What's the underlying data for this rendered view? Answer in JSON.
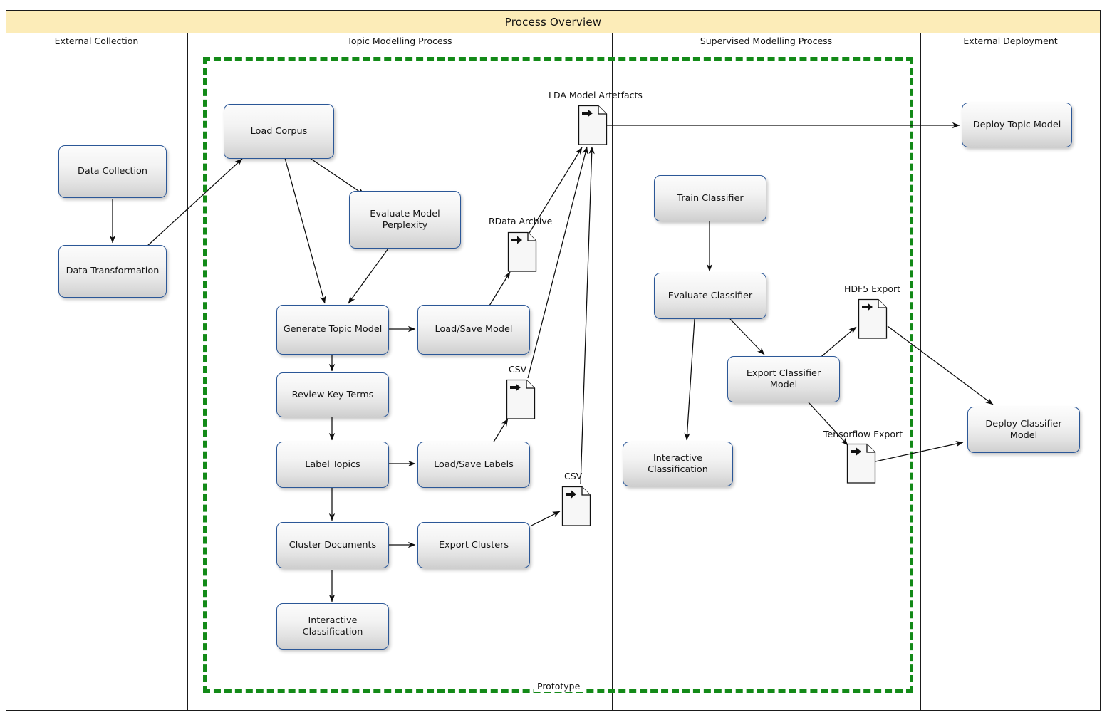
{
  "diagram": {
    "title": "Process Overview",
    "title_bar_color": "#fcecb8",
    "node_border_color": "#2b5797",
    "boundary_color": "#138a18",
    "boundary_label": "Prototype"
  },
  "lanes": [
    {
      "id": "external-collection",
      "label": "External Collection"
    },
    {
      "id": "topic-modelling-process",
      "label": "Topic Modelling Process"
    },
    {
      "id": "supervised-modelling-process",
      "label": "Supervised Modelling Process"
    },
    {
      "id": "external-deployment",
      "label": "External Deployment"
    }
  ],
  "nodes": [
    {
      "id": "data-collection",
      "label": "Data Collection",
      "lane": "external-collection"
    },
    {
      "id": "data-transformation",
      "label": "Data Transformation",
      "lane": "external-collection"
    },
    {
      "id": "load-corpus",
      "label": "Load Corpus",
      "lane": "topic-modelling-process"
    },
    {
      "id": "evaluate-model-perplexity",
      "label": "Evaluate Model Perplexity",
      "lane": "topic-modelling-process"
    },
    {
      "id": "generate-topic-model",
      "label": "Generate Topic Model",
      "lane": "topic-modelling-process"
    },
    {
      "id": "load-save-model",
      "label": "Load/Save Model",
      "lane": "topic-modelling-process"
    },
    {
      "id": "review-key-terms",
      "label": "Review Key Terms",
      "lane": "topic-modelling-process"
    },
    {
      "id": "label-topics",
      "label": "Label Topics",
      "lane": "topic-modelling-process"
    },
    {
      "id": "load-save-labels",
      "label": "Load/Save Labels",
      "lane": "topic-modelling-process"
    },
    {
      "id": "cluster-documents",
      "label": "Cluster Documents",
      "lane": "topic-modelling-process"
    },
    {
      "id": "export-clusters",
      "label": "Export Clusters",
      "lane": "topic-modelling-process"
    },
    {
      "id": "interactive-classification-topic",
      "label": "Interactive Classification",
      "lane": "topic-modelling-process"
    },
    {
      "id": "train-classifier",
      "label": "Train Classifier",
      "lane": "supervised-modelling-process"
    },
    {
      "id": "evaluate-classifier",
      "label": "Evaluate Classifier",
      "lane": "supervised-modelling-process"
    },
    {
      "id": "export-classifier-model",
      "label": "Export Classifier Model",
      "lane": "supervised-modelling-process"
    },
    {
      "id": "interactive-classification-supervised",
      "label": "Interactive Classification",
      "lane": "supervised-modelling-process"
    },
    {
      "id": "deploy-topic-model",
      "label": "Deploy Topic Model",
      "lane": "external-deployment"
    },
    {
      "id": "deploy-classifier-model",
      "label": "Deploy Classifier Model",
      "lane": "external-deployment"
    }
  ],
  "artifacts": [
    {
      "id": "lda-model-artefacts",
      "label": "LDA Model Artetfacts",
      "icon": "document-export-icon"
    },
    {
      "id": "rdata-archive",
      "label": "RData Archive",
      "icon": "document-export-icon"
    },
    {
      "id": "csv-labels",
      "label": "CSV",
      "icon": "document-export-icon"
    },
    {
      "id": "csv-clusters",
      "label": "CSV",
      "icon": "document-export-icon"
    },
    {
      "id": "hdf5-export",
      "label": "HDF5 Export",
      "icon": "document-export-icon"
    },
    {
      "id": "tensorflow-export",
      "label": "Tensorflow Export",
      "icon": "document-export-icon"
    }
  ],
  "edges": [
    {
      "from": "data-collection",
      "to": "data-transformation"
    },
    {
      "from": "data-transformation",
      "to": "load-corpus"
    },
    {
      "from": "load-corpus",
      "to": "evaluate-model-perplexity"
    },
    {
      "from": "load-corpus",
      "to": "generate-topic-model"
    },
    {
      "from": "evaluate-model-perplexity",
      "to": "generate-topic-model"
    },
    {
      "from": "generate-topic-model",
      "to": "load-save-model"
    },
    {
      "from": "generate-topic-model",
      "to": "review-key-terms"
    },
    {
      "from": "load-save-model",
      "to": "rdata-archive"
    },
    {
      "from": "rdata-archive",
      "to": "lda-model-artefacts"
    },
    {
      "from": "csv-labels",
      "to": "lda-model-artefacts"
    },
    {
      "from": "csv-clusters",
      "to": "lda-model-artefacts"
    },
    {
      "from": "review-key-terms",
      "to": "label-topics"
    },
    {
      "from": "label-topics",
      "to": "load-save-labels"
    },
    {
      "from": "label-topics",
      "to": "cluster-documents"
    },
    {
      "from": "load-save-labels",
      "to": "csv-labels"
    },
    {
      "from": "cluster-documents",
      "to": "export-clusters"
    },
    {
      "from": "cluster-documents",
      "to": "interactive-classification-topic"
    },
    {
      "from": "export-clusters",
      "to": "csv-clusters"
    },
    {
      "from": "lda-model-artefacts",
      "to": "deploy-topic-model"
    },
    {
      "from": "train-classifier",
      "to": "evaluate-classifier"
    },
    {
      "from": "evaluate-classifier",
      "to": "export-classifier-model"
    },
    {
      "from": "evaluate-classifier",
      "to": "interactive-classification-supervised"
    },
    {
      "from": "export-classifier-model",
      "to": "hdf5-export"
    },
    {
      "from": "export-classifier-model",
      "to": "tensorflow-export"
    },
    {
      "from": "hdf5-export",
      "to": "deploy-classifier-model"
    },
    {
      "from": "tensorflow-export",
      "to": "deploy-classifier-model"
    }
  ]
}
